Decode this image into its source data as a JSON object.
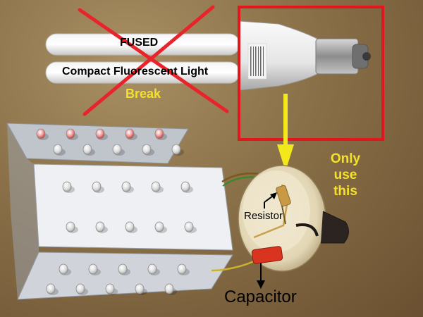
{
  "labels": {
    "fused": "FUSED",
    "cfl": "Compact Fluorescent Light",
    "break": "Break",
    "only_use_this": [
      "Only",
      "use",
      "this"
    ],
    "resistor": "Resistor",
    "capacitor": "Capacitor"
  },
  "colors": {
    "background": "#8a7048",
    "cross": "#e8232b",
    "highlight_box": "#e5151d",
    "arrow": "#f2e81c",
    "annotation_text": "#f4e22a",
    "capacitor": "#d9341f"
  }
}
